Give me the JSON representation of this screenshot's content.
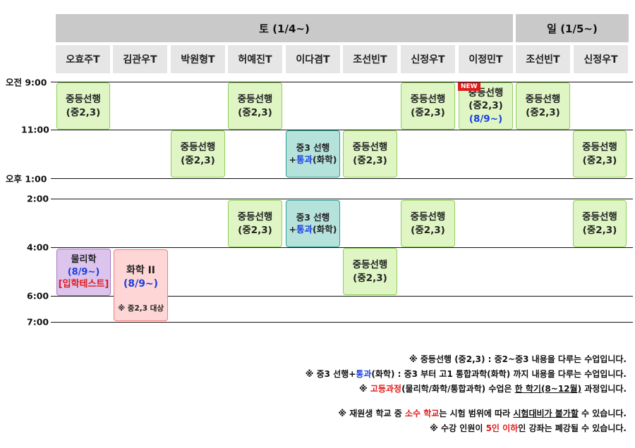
{
  "days": [
    {
      "label": "토 (1/4~)"
    },
    {
      "label": "일 (1/5~)"
    }
  ],
  "teachers": [
    "오효주T",
    "김관우T",
    "박원형T",
    "허예진T",
    "이다겸T",
    "조선빈T",
    "신정우T",
    "이정민T",
    "조선빈T",
    "신정우T"
  ],
  "times": [
    "오전 9:00",
    "11:00",
    "오후 1:00",
    "2:00",
    "4:00",
    "6:00",
    "7:00"
  ],
  "course": {
    "middle_advance": "중등선행",
    "middle_grades": "(중2,3)",
    "m3_advance": "중3 선행",
    "tonggwa_plus": "+",
    "tonggwa": "통과",
    "chemistry_paren": "(화학)",
    "physics": "물리학",
    "start_date": "(8/9~)",
    "entrance_test": "[입학테스트]",
    "chemistry2": "화학 II",
    "chem_target": "※ 중2,3 대상",
    "new_badge": "NEW"
  },
  "notes": {
    "n1": "※ 중등선행 (중2,3) : 중2~중3 내용을 다루는 수업입니다.",
    "n2_a": "※ 중3 선행+",
    "n2_b": "통과",
    "n2_c": "(화학) : 중3 부터 고1 통합과학(화학) 까지 내용을 다루는 수업입니다.",
    "n3_a": "※ ",
    "n3_b": "고등과정",
    "n3_c": "(물리학/화학/통합과학) 수업은 ",
    "n3_d": "한 학기(8~12월)",
    "n3_e": " 과정입니다.",
    "n4_a": "※ 재원생 학교 중 ",
    "n4_b": "소수 학교",
    "n4_c": "는 시험 범위에 따라 ",
    "n4_d": "시험대비가 불가할",
    "n4_e": " 수 있습니다.",
    "n5_a": "※ 수강 인원이 ",
    "n5_b": "5인 이하",
    "n5_c": "인 강좌는 폐강될 수 있습니다."
  }
}
